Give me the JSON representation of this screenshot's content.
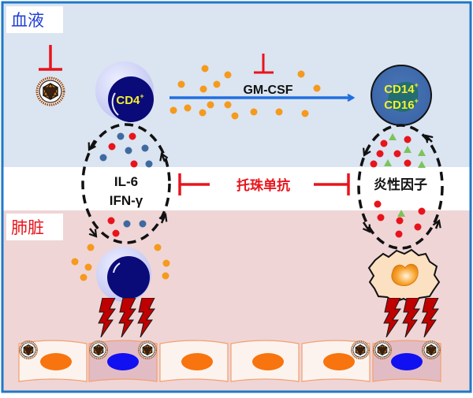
{
  "regions": {
    "blood": {
      "label": "血液",
      "label_color": "#1f3fd6",
      "bg": "#dbe4f1"
    },
    "middle": {
      "bg": "#ffffff"
    },
    "lung": {
      "label": "肺脏",
      "label_color": "#e8141c",
      "bg": "#efd5d6"
    }
  },
  "cells": {
    "cd4": {
      "label": "CD4",
      "superscript": "+",
      "label_color": "#f5f12a"
    },
    "monocyte": {
      "line1": "CD14",
      "line2": "CD16",
      "superscript": "+",
      "label_color": "#f5f12a"
    }
  },
  "signals": {
    "gmcsf": {
      "label": "GM-CSF",
      "arrow_color": "#1f6fe0",
      "inhibit_color": "#e8141c"
    },
    "left_loop": {
      "line1": "IL-6",
      "line2": "IFN-γ"
    },
    "right_loop": {
      "label": "炎性因子"
    },
    "drug": {
      "label": "托珠单抗",
      "color": "#e8141c"
    }
  },
  "colors": {
    "border": "#1f78c8",
    "cytokine_orange": "#f59a1c",
    "cytokine_red": "#e8141c",
    "cytokine_blue": "#3e6aa0",
    "cytokine_green": "#7cc35a",
    "lightning": "#c00000",
    "nucleus_orange": "#f7740e",
    "nucleus_blue": "#1010f0"
  },
  "epithelium": {
    "cells": [
      {
        "state": "healthy",
        "virus": "top-left"
      },
      {
        "state": "damaged",
        "virus": "both"
      },
      {
        "state": "healthy",
        "virus": "none"
      },
      {
        "state": "healthy",
        "virus": "none"
      },
      {
        "state": "healthy",
        "virus": "top-right"
      },
      {
        "state": "damaged",
        "virus": "both"
      }
    ]
  }
}
